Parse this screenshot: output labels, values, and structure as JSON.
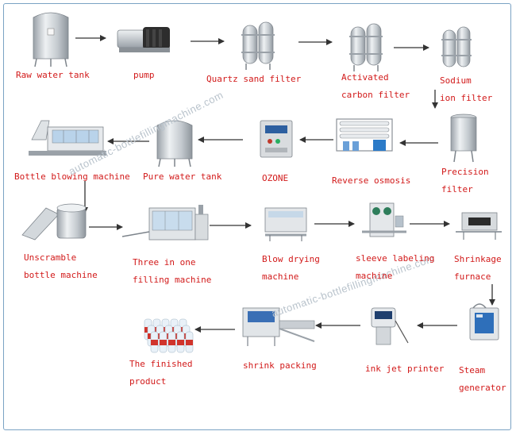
{
  "watermark": "automatic-bottlefillingmachine.com",
  "colors": {
    "label": "#d21a1a",
    "arrow": "#333333",
    "frame": "#7aa2c4",
    "steel": "#c9ced3",
    "watermark": "#b9c3cc"
  },
  "steps": [
    {
      "id": "raw-water-tank",
      "icon": "tank-icon",
      "lines": [
        "Raw water tank"
      ]
    },
    {
      "id": "pump",
      "icon": "pump-icon",
      "lines": [
        "pump"
      ]
    },
    {
      "id": "quartz-sand-filter",
      "icon": "twin-filter-icon",
      "lines": [
        "Quartz sand filter"
      ]
    },
    {
      "id": "activated-carbon-filter",
      "icon": "twin-filter-icon",
      "lines": [
        "Activated",
        "carbon filter"
      ]
    },
    {
      "id": "sodium-ion-filter",
      "icon": "twin-filter-icon",
      "lines": [
        "Sodium",
        "ion filter"
      ]
    },
    {
      "id": "precision-filter",
      "icon": "cartridge-filter-icon",
      "lines": [
        "Precision",
        "filter"
      ]
    },
    {
      "id": "reverse-osmosis",
      "icon": "ro-unit-icon",
      "lines": [
        "Reverse osmosis"
      ]
    },
    {
      "id": "ozone",
      "icon": "ozone-generator-icon",
      "lines": [
        "OZONE"
      ]
    },
    {
      "id": "pure-water-tank",
      "icon": "tank-icon",
      "lines": [
        "Pure water tank"
      ]
    },
    {
      "id": "bottle-blowing-machine",
      "icon": "blow-molding-machine-icon",
      "lines": [
        "Bottle blowing machine"
      ]
    },
    {
      "id": "unscramble-bottle-machine",
      "icon": "unscrambler-icon",
      "lines": [
        "Unscramble",
        "bottle machine"
      ]
    },
    {
      "id": "three-in-one-filling-machine",
      "icon": "filling-machine-icon",
      "lines": [
        "Three in one",
        "filling machine"
      ]
    },
    {
      "id": "blow-drying-machine",
      "icon": "dryer-icon",
      "lines": [
        "Blow drying",
        "machine"
      ]
    },
    {
      "id": "sleeve-labeling-machine",
      "icon": "labeler-icon",
      "lines": [
        "sleeve labeling",
        "machine"
      ]
    },
    {
      "id": "shrinkage-furnace",
      "icon": "shrink-tunnel-icon",
      "lines": [
        "Shrinkage",
        "furnace"
      ]
    },
    {
      "id": "steam-generator",
      "icon": "steam-generator-icon",
      "lines": [
        "Steam",
        "generator"
      ]
    },
    {
      "id": "ink-jet-printer",
      "icon": "inkjet-printer-icon",
      "lines": [
        "ink jet printer"
      ]
    },
    {
      "id": "shrink-packing",
      "icon": "shrink-wrapper-icon",
      "lines": [
        "shrink packing"
      ]
    },
    {
      "id": "the-finished-product",
      "icon": "bottle-pack-icon",
      "lines": [
        "The finished",
        "product"
      ]
    }
  ]
}
